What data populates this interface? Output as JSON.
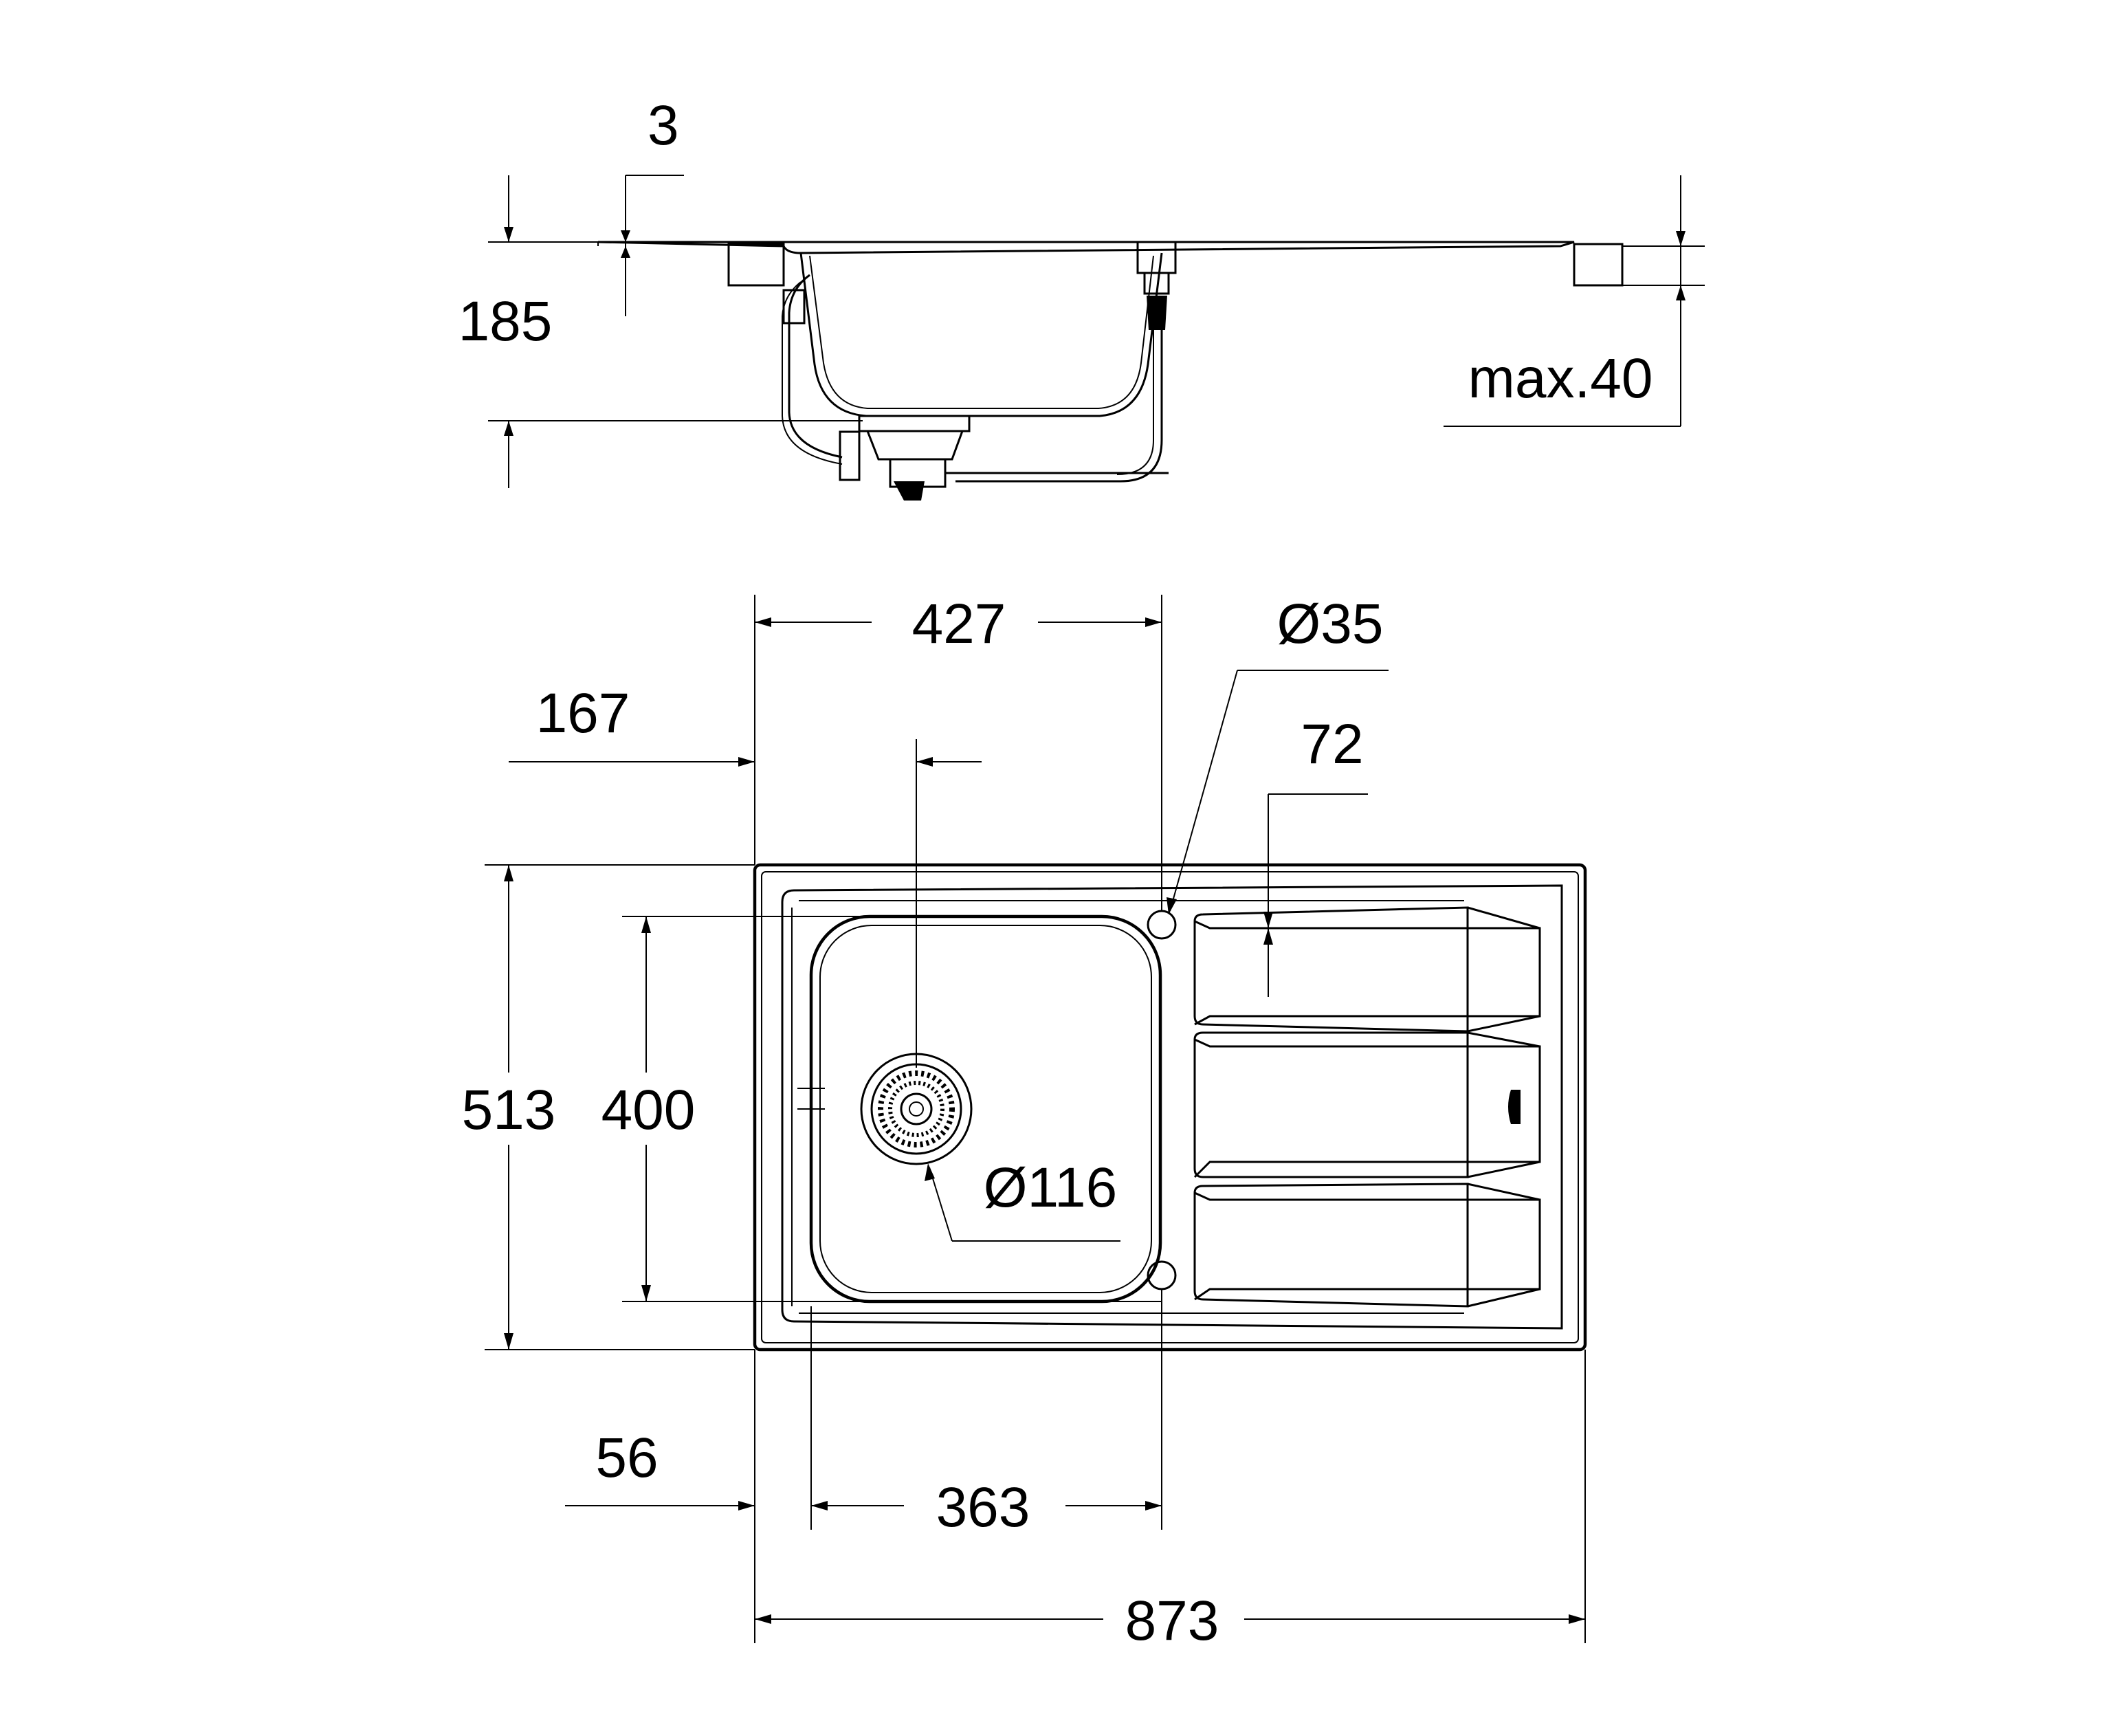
{
  "side_view": {
    "lip_thickness": "3",
    "bowl_depth": "185",
    "max_worktop": "max.40"
  },
  "top_view": {
    "tap_hole_offset": "427",
    "tap_hole_diameter": "Ø35",
    "waste_offset": "167",
    "drainer_offset": "72",
    "overall_depth": "513",
    "bowl_depth": "400",
    "waste_diameter": "Ø116",
    "bowl_left_offset": "56",
    "bowl_width": "363",
    "overall_width": "873"
  },
  "colors": {
    "line": "#000000",
    "background": "#ffffff"
  }
}
